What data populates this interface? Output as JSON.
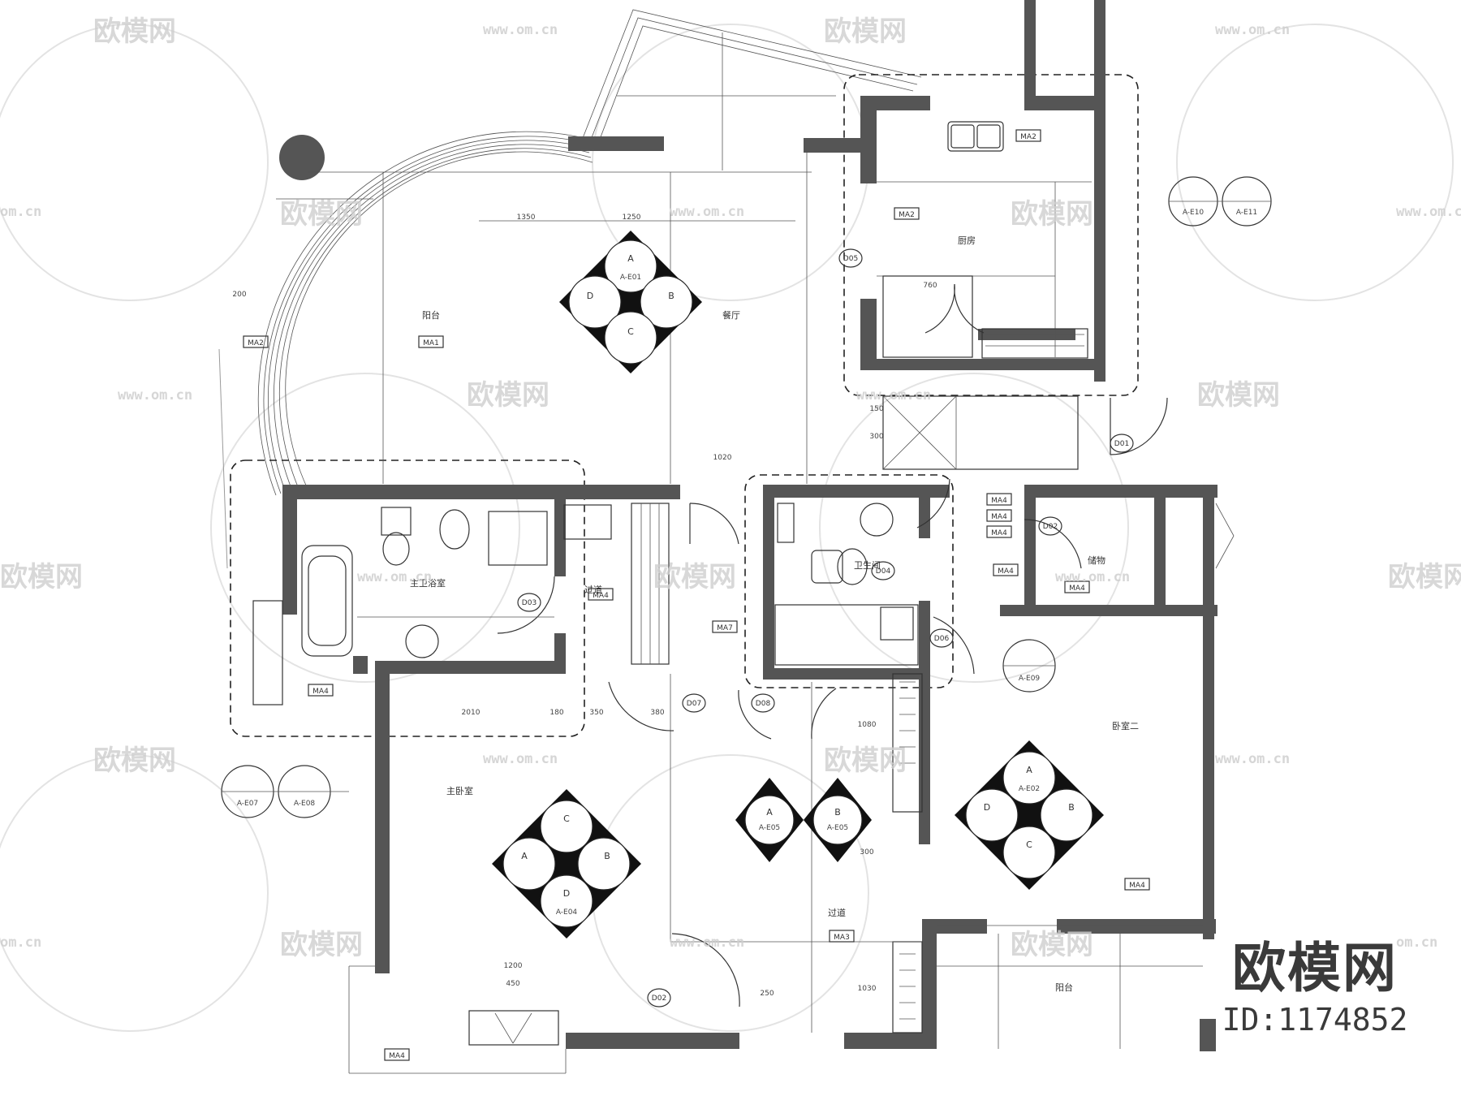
{
  "watermark": {
    "logo_text": "欧模网",
    "url_text": "www.om.cn",
    "url_short": "om.cn"
  },
  "brand": {
    "logo_text": "欧模网",
    "id_text": "ID:1174852"
  },
  "rooms": {
    "dining": "餐厅",
    "kitchen": "厨房",
    "master_bath": "主卫浴室",
    "bath": "卫生间",
    "master_bedroom": "主卧室",
    "bedroom": "卧室二",
    "storage": "储物",
    "corridor": "过道",
    "balcony": "阳台"
  },
  "material_tags": [
    "MA2",
    "MA1",
    "MA3",
    "MA4",
    "MA7"
  ],
  "door_tags": [
    "D01",
    "D02",
    "D03",
    "D04",
    "D05",
    "D06",
    "D07",
    "D08"
  ],
  "elevation_markers": {
    "dining_center": {
      "top": "A",
      "left": "D",
      "right": "B",
      "bottom": "C",
      "sub": "A-E01"
    },
    "master_center": {
      "top": "C",
      "left": "A",
      "right": "B",
      "bottom": "D",
      "sub": "A-E04"
    },
    "bedroom_center": {
      "top": "A",
      "left": "D",
      "right": "B",
      "bottom": "C",
      "sub": "A-E02"
    },
    "corridor_a": {
      "label": "A",
      "sub": "A-E05"
    },
    "corridor_b": {
      "label": "B",
      "sub": "A-E05"
    },
    "pair_right": [
      "A-E10",
      "A-E11"
    ],
    "pair_left": [
      "A-E07",
      "A-E08"
    ],
    "single_bedroom": "A-E09"
  },
  "dimensions": [
    "1350",
    "1250",
    "1020",
    "2010",
    "380",
    "350",
    "180",
    "150",
    "300",
    "200",
    "760",
    "1200",
    "1080",
    "1030",
    "450",
    "300",
    "250"
  ]
}
